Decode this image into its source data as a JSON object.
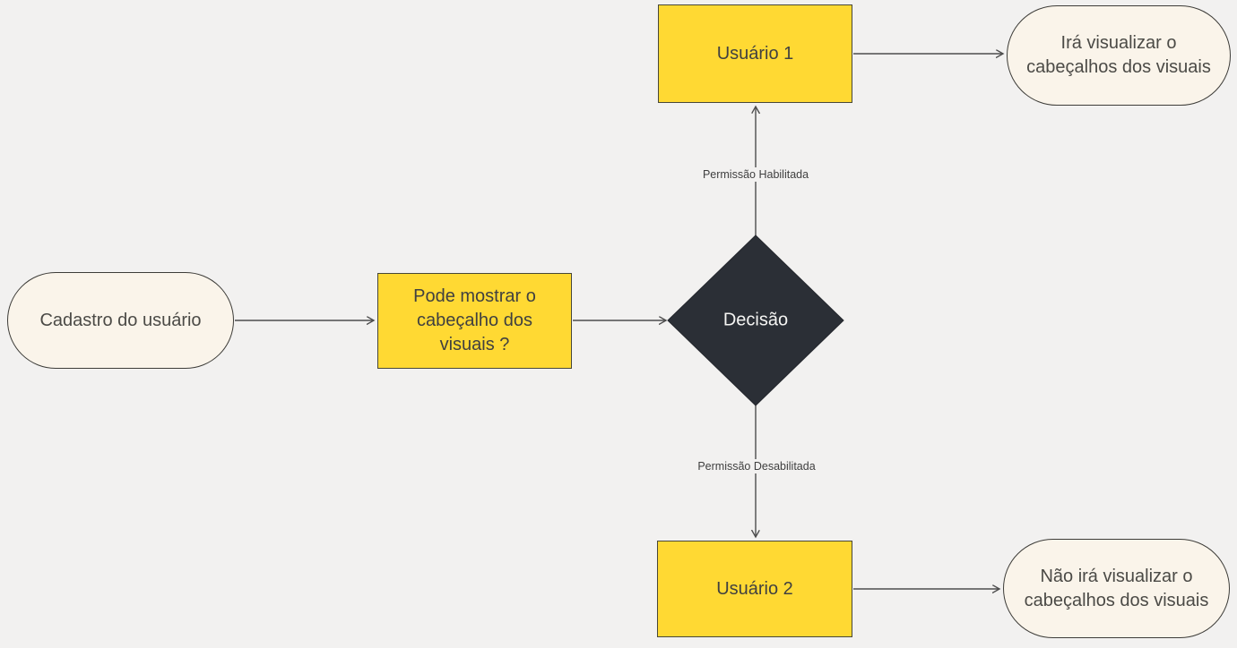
{
  "diagram": {
    "type": "flowchart",
    "nodes": {
      "start": {
        "label": "Cadastro do usuário",
        "shape": "terminator"
      },
      "question": {
        "label": "Pode mostrar o cabeçalho dos visuais ?",
        "shape": "process"
      },
      "decision": {
        "label": "Decisão",
        "shape": "decision"
      },
      "user1": {
        "label": "Usuário 1",
        "shape": "process"
      },
      "user2": {
        "label": "Usuário 2",
        "shape": "process"
      },
      "result_yes": {
        "label": "Irá visualizar o cabeçalhos dos visuais",
        "shape": "terminator"
      },
      "result_no": {
        "label": "Não irá visualizar o cabeçalhos dos visuais",
        "shape": "terminator"
      }
    },
    "edges": {
      "enabled": {
        "label": "Permissão Habilitada",
        "from": "decision",
        "to": "user1"
      },
      "disabled": {
        "label": "Permissão Desabilitada",
        "from": "decision",
        "to": "user2"
      },
      "start_to_question": {
        "label": "",
        "from": "start",
        "to": "question"
      },
      "question_to_decision": {
        "label": "",
        "from": "question",
        "to": "decision"
      },
      "user1_to_result": {
        "label": "",
        "from": "user1",
        "to": "result_yes"
      },
      "user2_to_result": {
        "label": "",
        "from": "user2",
        "to": "result_no"
      }
    },
    "colors": {
      "background": "#f2f1f0",
      "process_fill": "#ffd933",
      "terminator_fill": "#faf4ea",
      "decision_fill": "#2b2f36",
      "edge_stroke": "#4d4d4d",
      "text_dark": "#404040",
      "text_light": "#f5f5f3"
    }
  }
}
